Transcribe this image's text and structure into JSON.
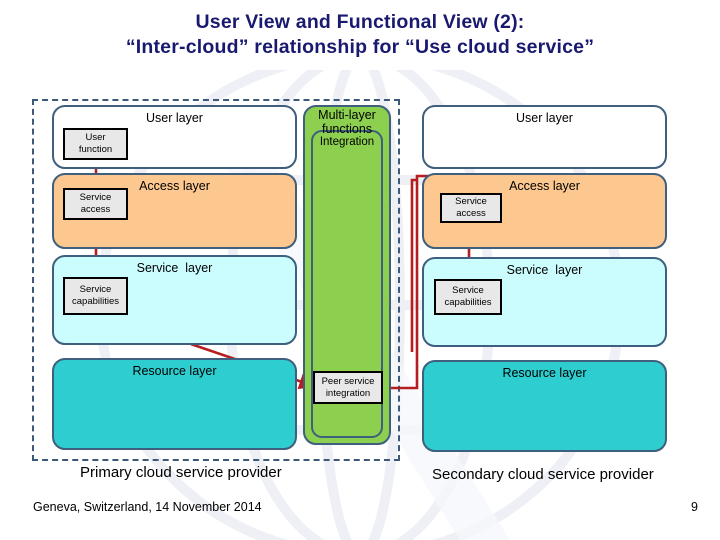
{
  "title": {
    "line1": "User View and Functional View (2):",
    "line2": "“Inter-cloud” relationship for “Use cloud service”",
    "color": "#191970"
  },
  "primary_provider": {
    "caption": "Primary cloud service provider",
    "layers": [
      {
        "label": "User layer",
        "color": "#ffffff"
      },
      {
        "label": "Access layer",
        "color": "#fcc88f"
      },
      {
        "label": "Service  layer",
        "color": "#cbfdff"
      },
      {
        "label": "Resource layer",
        "color": "#2ecdcf"
      }
    ],
    "functions": [
      {
        "line1": "User",
        "line2": "function"
      },
      {
        "line1": "Service",
        "line2": "access"
      },
      {
        "line1": "Service",
        "line2": "capabilities"
      }
    ]
  },
  "multilayer": {
    "label": "Multi-layer functions",
    "color": "#8dd04f",
    "inner_label": "Integration",
    "peer_box": {
      "line1": "Peer service",
      "line2": "integration"
    }
  },
  "secondary_provider": {
    "caption": "Secondary cloud service provider",
    "layers": [
      {
        "label": "User layer",
        "color": "#ffffff"
      },
      {
        "label": "Access layer",
        "color": "#fcc88f"
      },
      {
        "label": "Service  layer",
        "color": "#cbfdff"
      },
      {
        "label": "Resource layer",
        "color": "#2ecdcf"
      }
    ],
    "functions": [
      {
        "line1": "Service",
        "line2": "access"
      },
      {
        "line1": "Service",
        "line2": "capabilities"
      }
    ]
  },
  "arrows": {
    "color": "#b41e1e"
  },
  "footer": {
    "location": "Geneva, Switzerland, 14 November 2014",
    "page_number": "9"
  }
}
